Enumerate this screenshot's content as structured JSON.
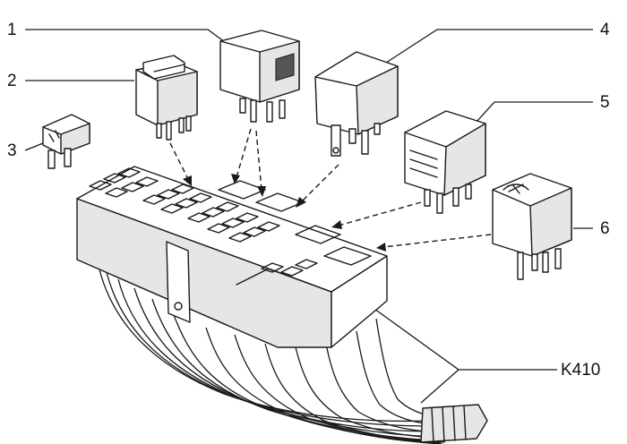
{
  "callouts": {
    "c1": "1",
    "c2": "2",
    "c3": "3",
    "c4": "4",
    "c5": "5",
    "c6": "6",
    "harness": "K410"
  }
}
